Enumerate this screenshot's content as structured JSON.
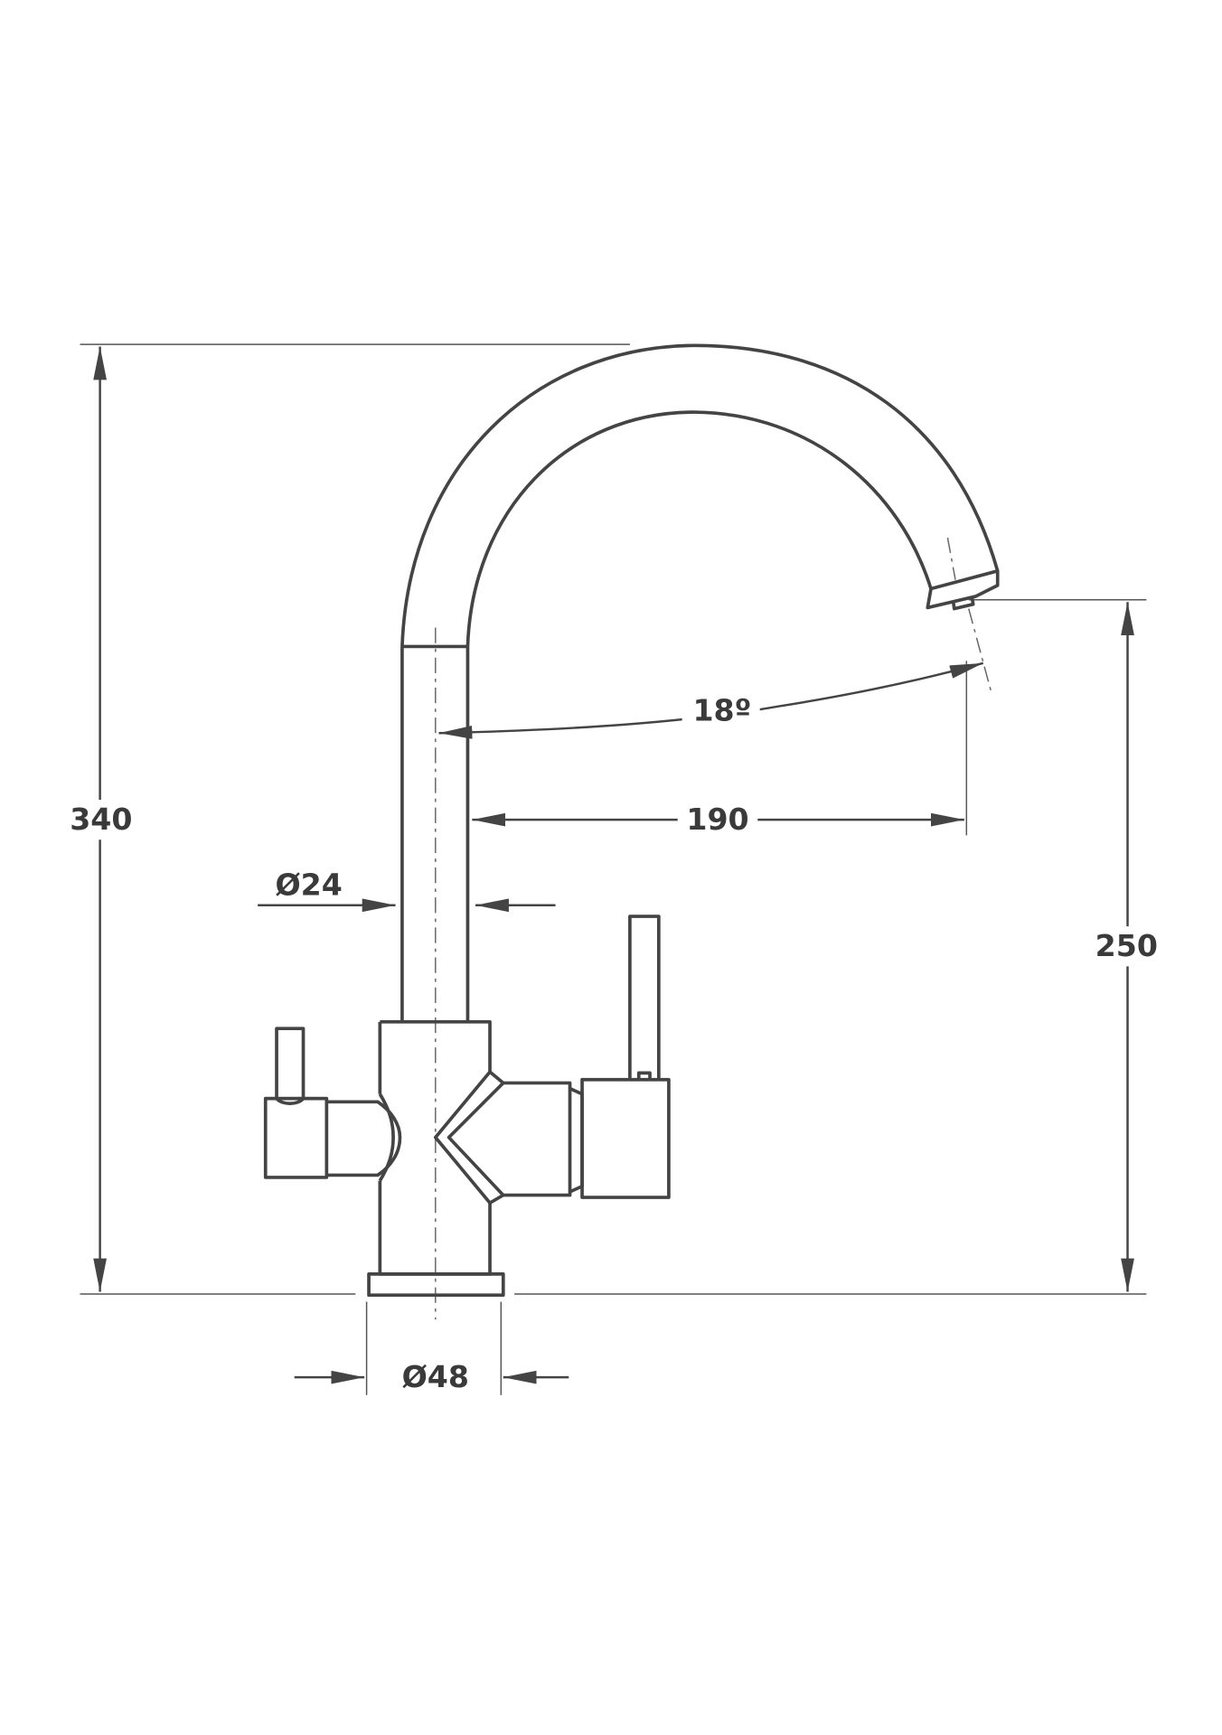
{
  "drawing": {
    "subject": "faucet",
    "dimensions": {
      "total_height": "340",
      "spout_height": "250",
      "spout_reach": "190",
      "swivel_angle": "18º",
      "pipe_diameter": "Ø24",
      "base_diameter": "Ø48"
    },
    "line_color": "#444444"
  }
}
